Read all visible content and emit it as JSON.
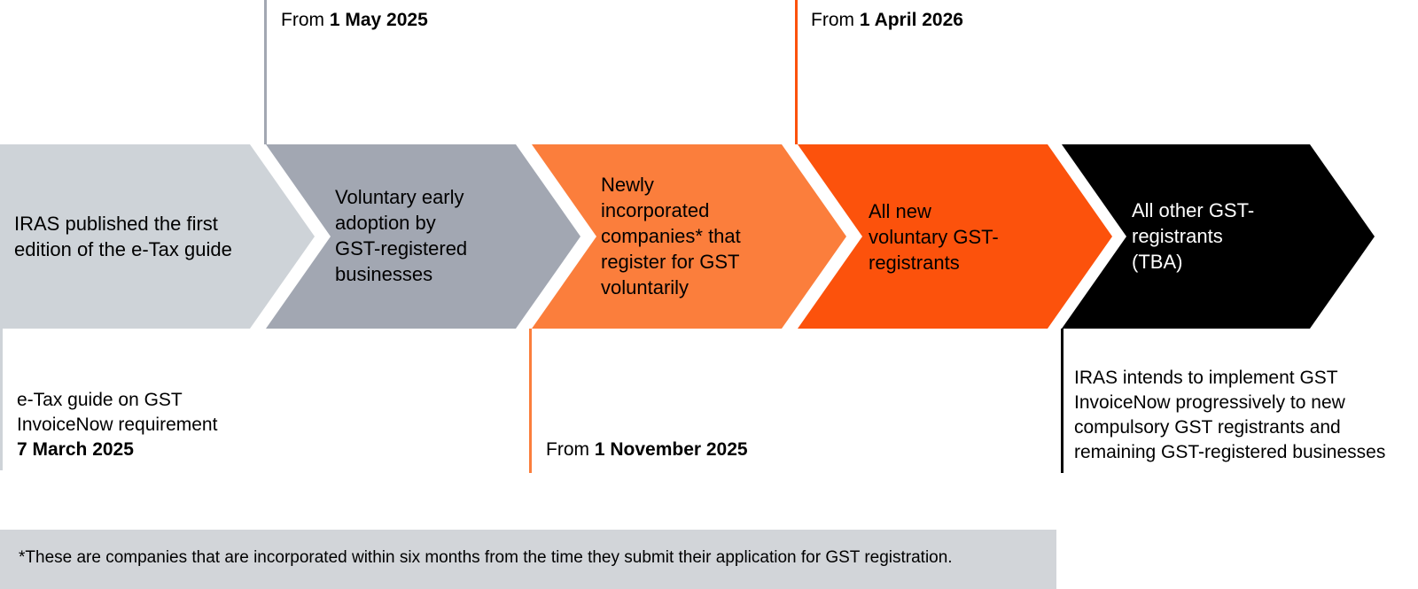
{
  "stages": [
    {
      "lines": [
        "IRAS published the first",
        "edition of the e-Tax guide"
      ],
      "color": "#ced3d8"
    },
    {
      "lines": [
        "Voluntary early",
        "adoption by",
        "GST-registered",
        "businesses"
      ],
      "color": "#a2a7b2"
    },
    {
      "lines": [
        "Newly",
        "incorporated",
        "companies* that",
        "register for GST",
        "voluntarily"
      ],
      "color": "#fb7e3c"
    },
    {
      "lines": [
        "All new",
        "voluntary GST-",
        "registrants"
      ],
      "color": "#fc520c"
    },
    {
      "lines": [
        "All other GST-",
        "registrants",
        "(TBA)"
      ],
      "color": "#000000"
    }
  ],
  "milestones": {
    "m1": {
      "line1": "e-Tax guide on GST",
      "line2": "InvoiceNow requirement",
      "date": "7 March 2025",
      "color": "#ced3d8"
    },
    "m2": {
      "prefix": "From ",
      "date": "1 May 2025",
      "color": "#a2a7b2"
    },
    "m3": {
      "prefix": "From ",
      "date": "1 November 2025",
      "color": "#fb7e3c"
    },
    "m4": {
      "prefix": "From ",
      "date": "1 April 2026",
      "color": "#fc520c"
    },
    "m5": {
      "lines": [
        "IRAS intends to implement GST",
        "InvoiceNow progressively to new",
        "compulsory GST registrants and",
        "remaining GST-registered businesses"
      ],
      "color": "#000000"
    }
  },
  "footnote": "*These are companies that are incorporated within six months from the time they submit their application for GST registration."
}
